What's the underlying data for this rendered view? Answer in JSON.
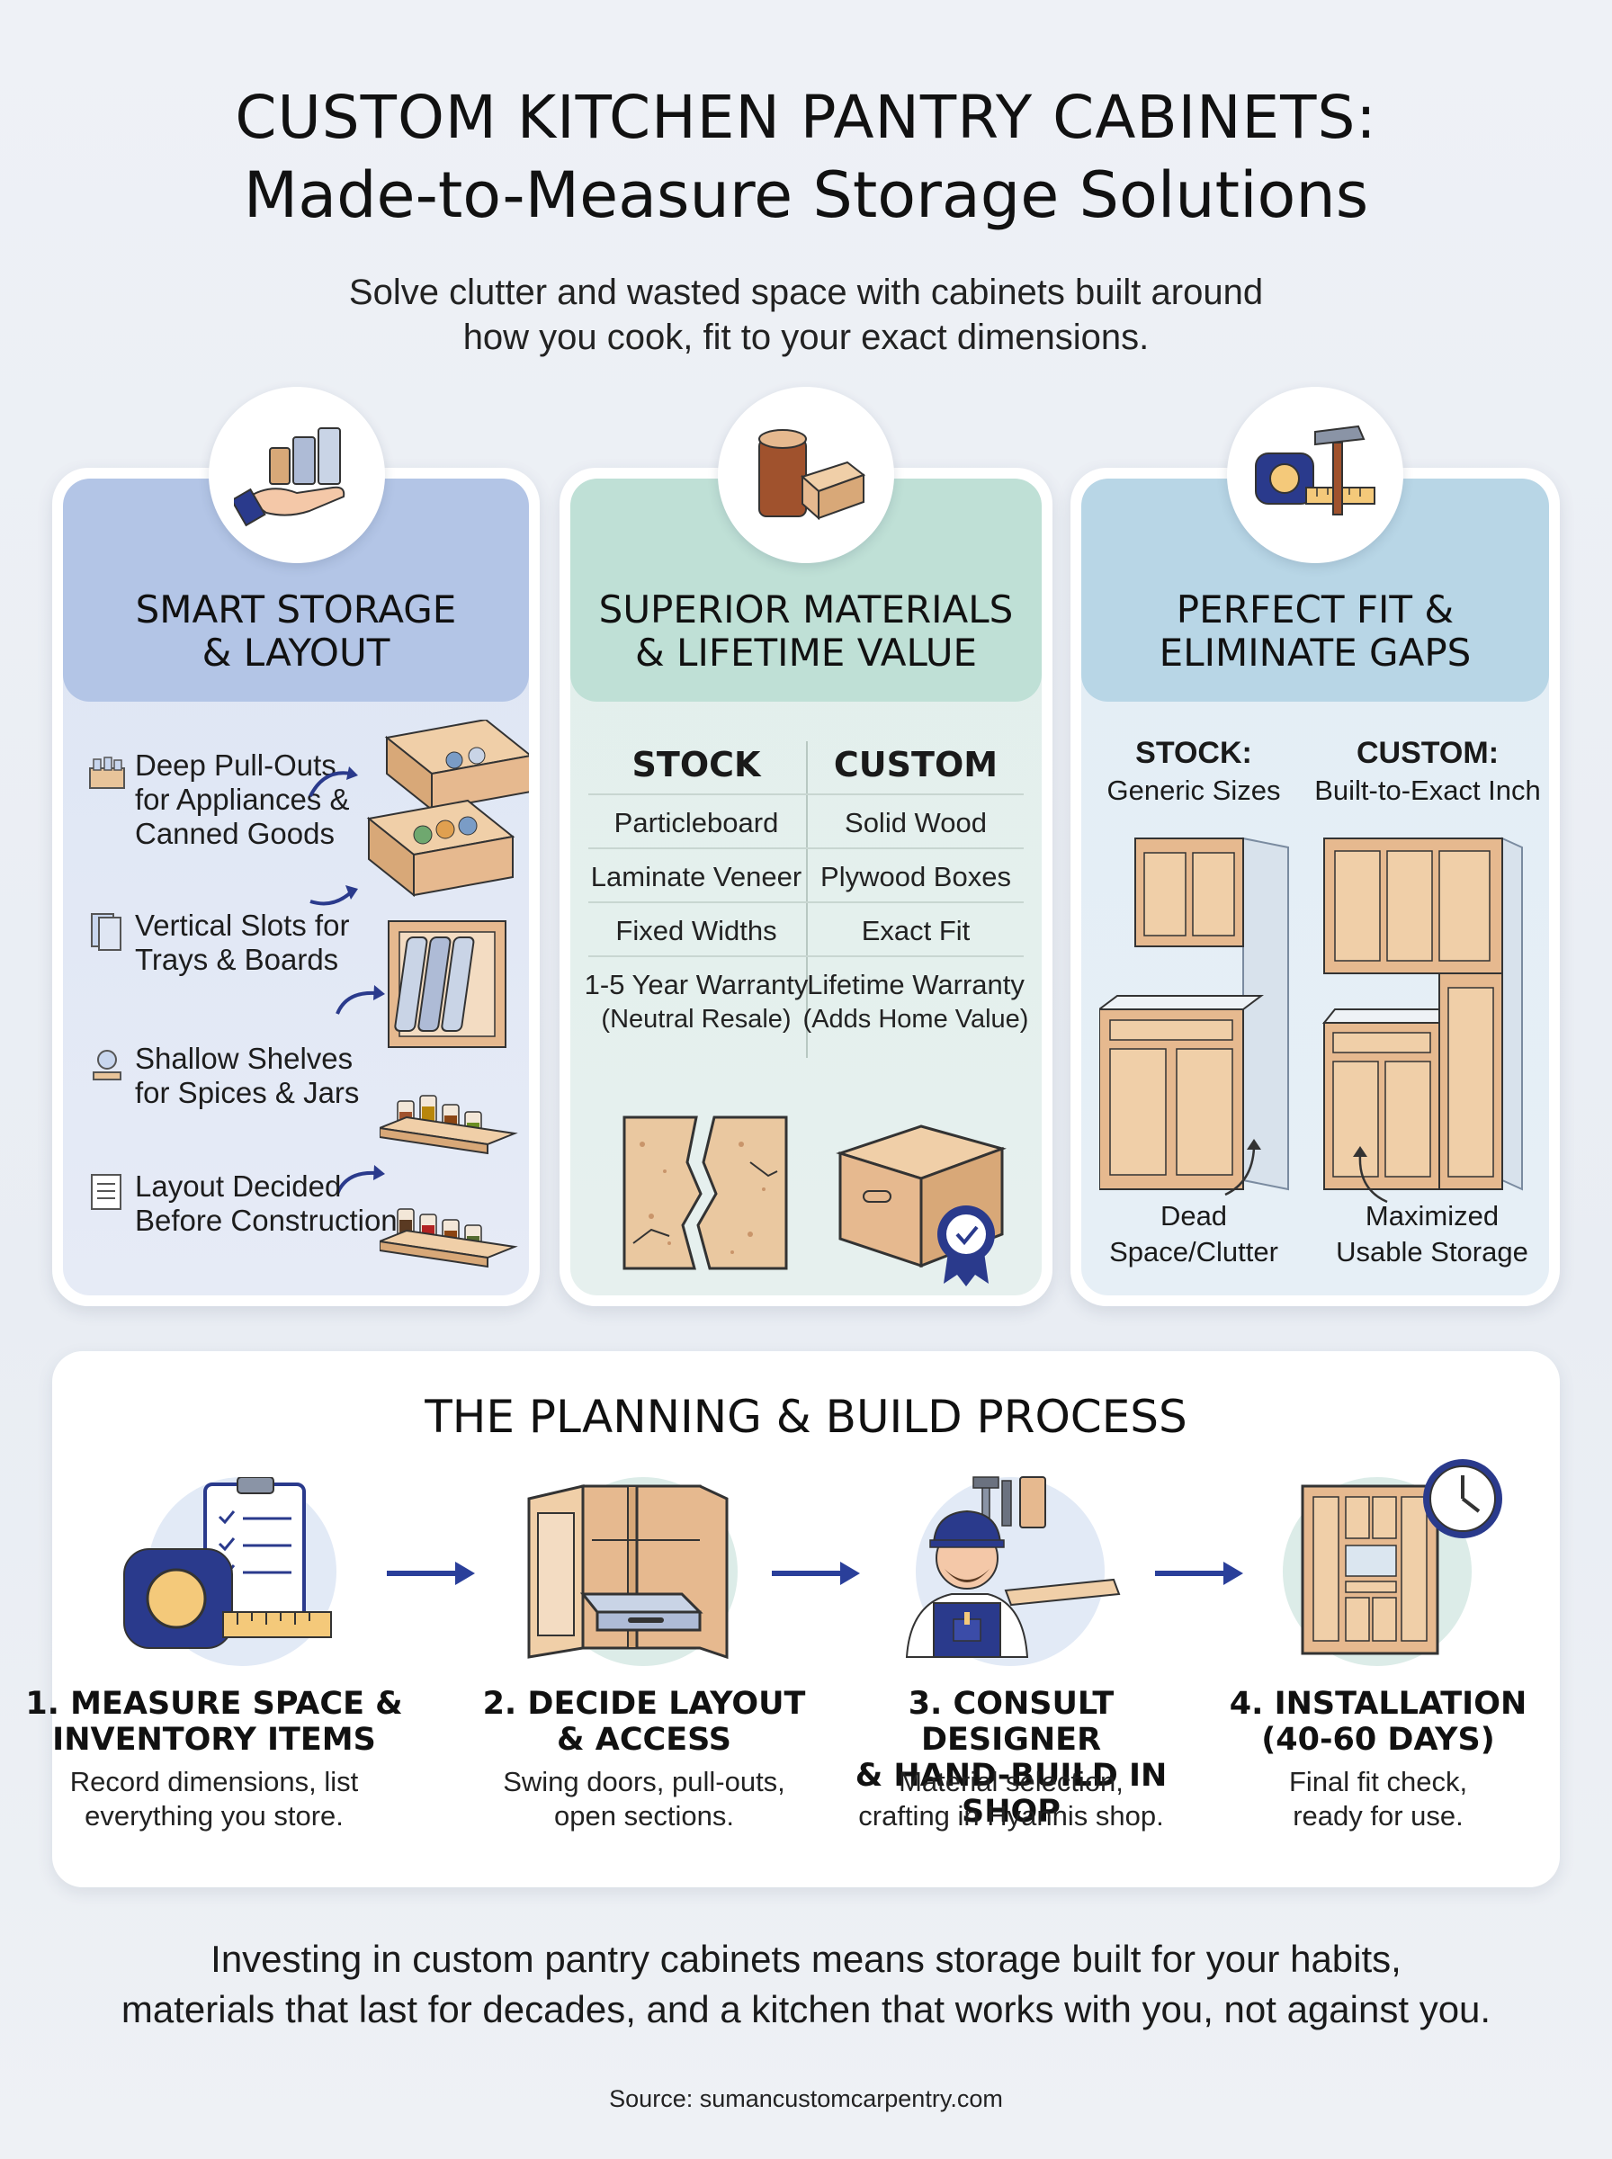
{
  "header": {
    "title_line1": "CUSTOM KITCHEN PANTRY CABINETS:",
    "title_line2": "Made-to-Measure Storage Solutions",
    "subtitle": "Solve clutter and wasted space with cabinets built around how you cook, fit to your exact dimensions."
  },
  "cards": {
    "storage": {
      "title_line1": "SMART STORAGE",
      "title_line2": "& LAYOUT",
      "icon": "hand-holding-jars-icon",
      "items": [
        {
          "line1": "Deep Pull-Outs",
          "line2": "for Appliances &",
          "line3": "Canned Goods",
          "icon": "canned-goods-icon"
        },
        {
          "line1": "Vertical Slots for",
          "line2": "Trays & Boards",
          "icon": "trays-icon"
        },
        {
          "line1": "Shallow Shelves",
          "line2": "for Spices & Jars",
          "icon": "spice-jar-icon"
        },
        {
          "line1": "Layout Decided",
          "line2": "Before Construction",
          "icon": "checklist-icon"
        }
      ]
    },
    "materials": {
      "title_line1": "SUPERIOR MATERIALS",
      "title_line2": "& LIFETIME VALUE",
      "icon": "wood-log-icon",
      "col_stock": "STOCK",
      "col_custom": "CUSTOM",
      "rows": [
        {
          "stock": "Particleboard",
          "custom": "Solid Wood"
        },
        {
          "stock": "Laminate Veneer",
          "custom": "Plywood Boxes"
        },
        {
          "stock": "Fixed Widths",
          "custom": "Exact Fit"
        },
        {
          "stock": "1-5 Year Warranty",
          "stock2": "(Neutral Resale)",
          "custom": "Lifetime Warranty",
          "custom2": "(Adds Home Value)"
        }
      ]
    },
    "fit": {
      "title_line1": "PERFECT FIT &",
      "title_line2": "ELIMINATE GAPS",
      "icon": "tape-measure-hammer-icon",
      "stock_label": "STOCK:",
      "stock_sub": "Generic Sizes",
      "custom_label": "CUSTOM:",
      "custom_sub": "Built-to-Exact Inch",
      "stock_caption_line1": "Dead",
      "stock_caption_line2": "Space/Clutter",
      "custom_caption_line1": "Maximized",
      "custom_caption_line2": "Usable Storage"
    }
  },
  "process": {
    "title": "THE PLANNING & BUILD PROCESS",
    "steps": [
      {
        "title_line1": "1. MEASURE SPACE &",
        "title_line2": "INVENTORY ITEMS",
        "desc_line1": "Record dimensions, list",
        "desc_line2": "everything you store.",
        "icon": "clipboard-tape-icon"
      },
      {
        "title_line1": "2. DECIDE LAYOUT",
        "title_line2": "& ACCESS",
        "desc_line1": "Swing doors, pull-outs,",
        "desc_line2": "open sections.",
        "icon": "cabinet-pullout-icon"
      },
      {
        "title_line1": "3. CONSULT DESIGNER",
        "title_line2": "& HAND-BUILD IN SHOP",
        "desc_line1": "Material selection,",
        "desc_line2": "crafting in Hyannis shop.",
        "icon": "carpenter-icon"
      },
      {
        "title_line1": "4. INSTALLATION",
        "title_line2": "(40-60 DAYS)",
        "desc_line1": "Final fit check,",
        "desc_line2": "ready for use.",
        "icon": "pantry-clock-icon"
      }
    ]
  },
  "closing": {
    "line1": "Investing in custom pantry cabinets means storage built for your habits,",
    "line2": "materials that last for decades, and a kitchen that works with you, not against you."
  },
  "source": "Source: sumancustomcarpentry.com",
  "colors": {
    "card1_head": "#b3c5e6",
    "card1_body": "#dde5f4",
    "card2_head": "#bfe0d6",
    "card2_body": "#e2efec",
    "card3_head": "#b8d6e6",
    "card3_body": "#e3eef5",
    "wood": "#e6b98f",
    "navy": "#2a3a8c",
    "arrow": "#2a3f9a"
  }
}
